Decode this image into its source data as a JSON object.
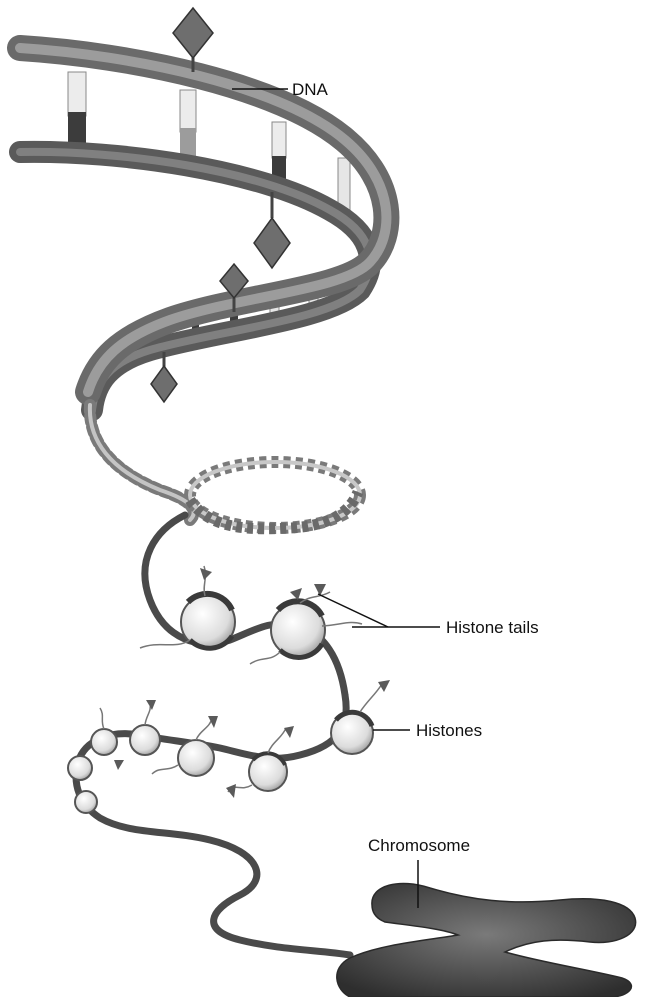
{
  "figure": {
    "labels": {
      "dna": "DNA",
      "histone_tails": "Histone tails",
      "histones": "Histones",
      "chromosome": "Chromosome"
    },
    "colors": {
      "strand_light": "#9a9a9a",
      "strand_dark": "#5a5a5a",
      "rung_light": "#e6e6e6",
      "rung_dark": "#3c3c3c",
      "marker": "#6e6e6e",
      "histone": "#dcdcdc",
      "chromosome": "#4a4a4a",
      "leader": "#111111"
    }
  }
}
